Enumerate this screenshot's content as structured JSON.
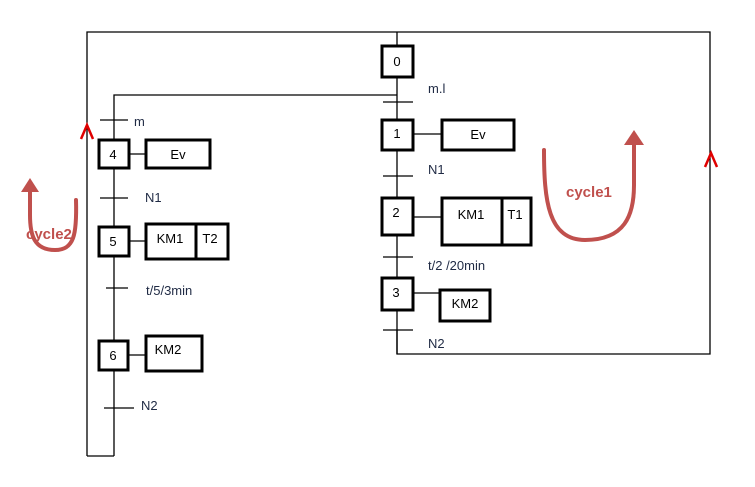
{
  "diagram": {
    "type": "grafcet",
    "steps": [
      {
        "id": "0",
        "action": []
      },
      {
        "id": "1",
        "action": [
          "Ev"
        ]
      },
      {
        "id": "2",
        "action": [
          "KM1",
          "T1"
        ]
      },
      {
        "id": "3",
        "action": [
          "KM2"
        ]
      },
      {
        "id": "4",
        "action": [
          "Ev"
        ]
      },
      {
        "id": "5",
        "action": [
          "KM1",
          "T2"
        ]
      },
      {
        "id": "6",
        "action": [
          "KM2"
        ]
      }
    ],
    "transitions": {
      "t0_1": "m.l",
      "t1_2": "N1",
      "t2_3": "t/2 /20min",
      "t3_0": "N2",
      "t0_4": "m",
      "t4_5": "N1",
      "t5_6": "t/5/3min",
      "t6_0": "N2"
    },
    "annotations": {
      "cycle1": "cycle1",
      "cycle2": "cycle2"
    },
    "colors": {
      "cycle": "#c0504d",
      "direction_arrow": "#e00000"
    }
  }
}
